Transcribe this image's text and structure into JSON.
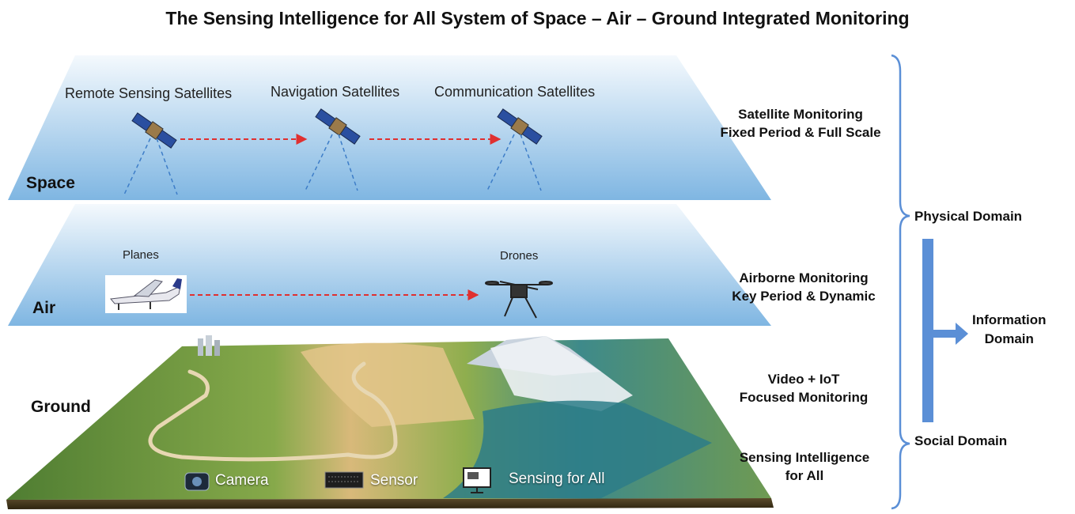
{
  "title": "The Sensing Intelligence for All System of Space – Air – Ground Integrated Monitoring",
  "layers": {
    "space": {
      "label": "Space",
      "satellites": [
        "Remote Sensing Satellites",
        "Navigation Satellites",
        "Communication Satellites"
      ]
    },
    "air": {
      "label": "Air",
      "vehicles": [
        "Planes",
        "Drones"
      ]
    },
    "ground": {
      "label": "Ground",
      "legend": [
        "Camera",
        "Sensor",
        "Sensing for All"
      ]
    }
  },
  "right_texts": {
    "satellite": [
      "Satellite Monitoring",
      "Fixed Period & Full Scale"
    ],
    "airborne": [
      "Airborne Monitoring",
      "Key Period & Dynamic"
    ],
    "video": [
      "Video + IoT",
      "Focused Monitoring"
    ],
    "sensing": [
      "Sensing Intelligence",
      "for All"
    ]
  },
  "domains": {
    "physical": "Physical Domain",
    "social": "Social Domain",
    "information": [
      "Information",
      "Domain"
    ]
  },
  "colors": {
    "layer_top": "#eef6fc",
    "layer_bottom": "#7fb6e2",
    "arrow": "#e03030",
    "beam": "#3d7dc8",
    "info_arrow": "#5b8fd6",
    "brace": "#5b8fd6"
  }
}
